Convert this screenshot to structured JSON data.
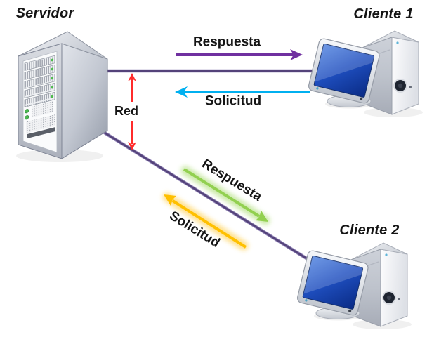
{
  "diagram": {
    "server": {
      "label": "Servidor",
      "icon": "server-tower-icon"
    },
    "clients": [
      {
        "label": "Cliente 1",
        "icon": "desktop-computer-icon"
      },
      {
        "label": "Cliente 2",
        "icon": "desktop-computer-icon"
      }
    ],
    "network": {
      "label": "Red"
    },
    "messages": {
      "client1_response": "Respuesta",
      "client1_request": "Solicitud",
      "client2_response": "Respuesta",
      "client2_request": "Solicitud"
    },
    "colors": {
      "response_top_arrow": "#7030A0",
      "request_top_arrow": "#00B0F0",
      "response_diagonal_arrow": "#92D050",
      "request_diagonal_arrow": "#FFC000",
      "network_arrow": "#FF2B2B",
      "link_line": "#54437A"
    }
  }
}
